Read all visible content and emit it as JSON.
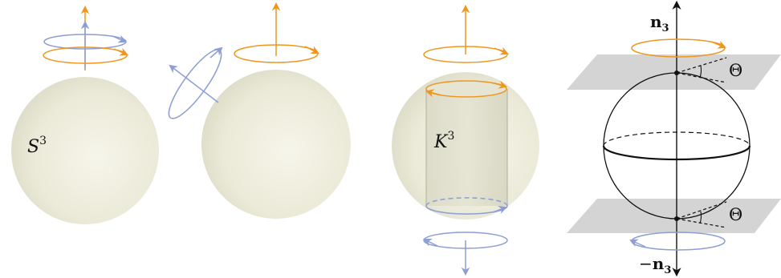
{
  "panel1": {
    "label_base": "S",
    "label_sup": "3"
  },
  "panel3": {
    "label_base": "K",
    "label_sup": "3"
  },
  "panel4": {
    "top_axis_label": "n",
    "top_axis_sub": "3",
    "bottom_axis_sign": "−",
    "bottom_axis_label": "n",
    "bottom_axis_sub": "3",
    "angle_label_top": "Θ",
    "angle_label_bottom": "Θ"
  },
  "colors": {
    "orange": "#F0961E",
    "blue": "#8C9ED4",
    "sphere_fill": "#ECEBD9",
    "plane_gray": "#D4D4D4",
    "line_black": "#111111"
  }
}
